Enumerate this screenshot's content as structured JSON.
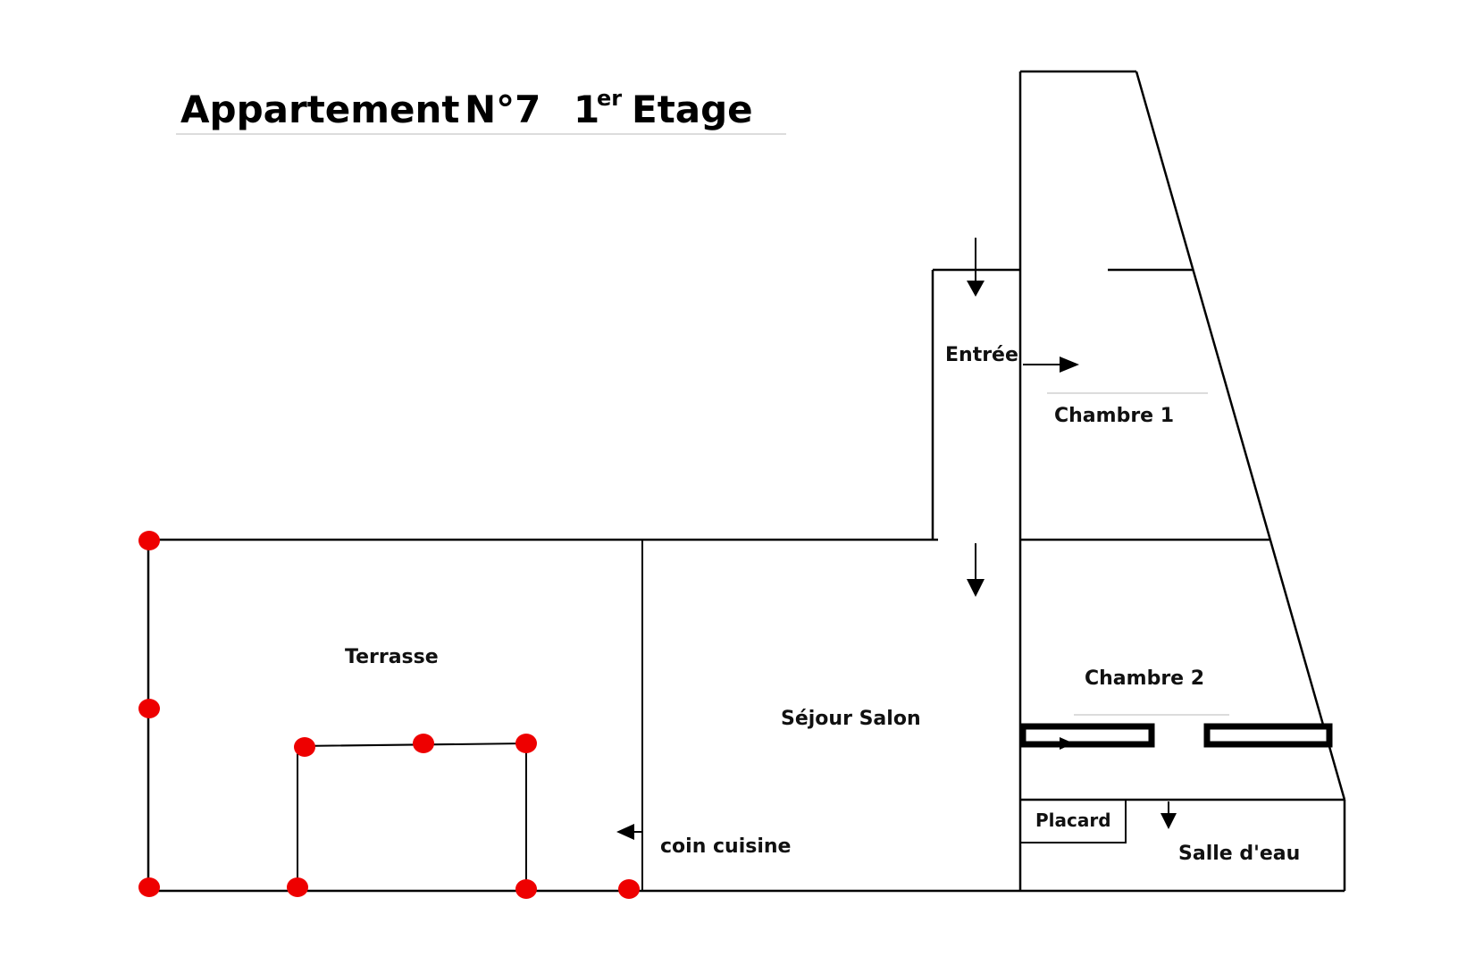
{
  "title": {
    "apartment": "Appartement",
    "number": "N°7",
    "floor_number": "1",
    "floor_suffix": "er",
    "floor_word": "Etage"
  },
  "rooms": {
    "entree": "Entrée",
    "chambre1": "Chambre 1",
    "chambre2": "Chambre 2",
    "terrasse": "Terrasse",
    "sejour": "Séjour Salon",
    "cuisine": "coin cuisine",
    "placard": "Placard",
    "salle_eau": "Salle d'eau"
  },
  "colors": {
    "walls": "#000000",
    "markers": "#ee0000"
  }
}
